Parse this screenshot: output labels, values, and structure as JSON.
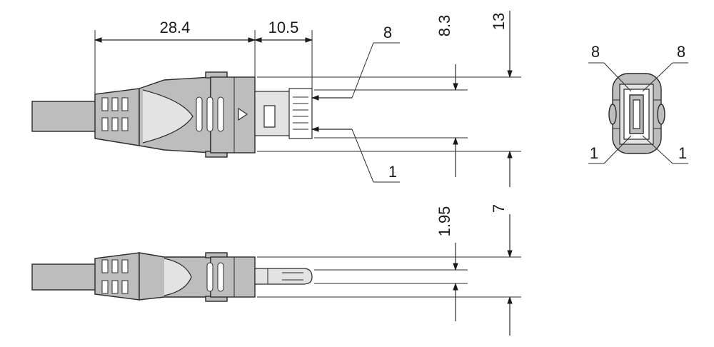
{
  "dimensions": {
    "length_main": "28.4",
    "length_tip": "10.5",
    "height_inner_top": "8.3",
    "height_outer_top": "13",
    "height_inner_bottom": "1.95",
    "height_outer_bottom": "7"
  },
  "pins": {
    "top_view_upper": "8",
    "top_view_lower": "1",
    "end_view_upper_left": "8",
    "end_view_upper_right": "8",
    "end_view_lower_left": "1",
    "end_view_lower_right": "1"
  },
  "colors": {
    "body": "#bdbdbd",
    "line": "#2b2b2b"
  }
}
